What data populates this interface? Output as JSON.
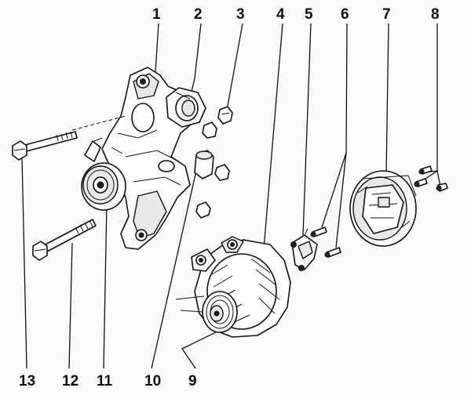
{
  "diagram": {
    "callouts_top": [
      "1",
      "2",
      "3",
      "4",
      "5",
      "6",
      "7",
      "8"
    ],
    "callouts_bottom": [
      "13",
      "12",
      "11",
      "10",
      "9"
    ]
  }
}
